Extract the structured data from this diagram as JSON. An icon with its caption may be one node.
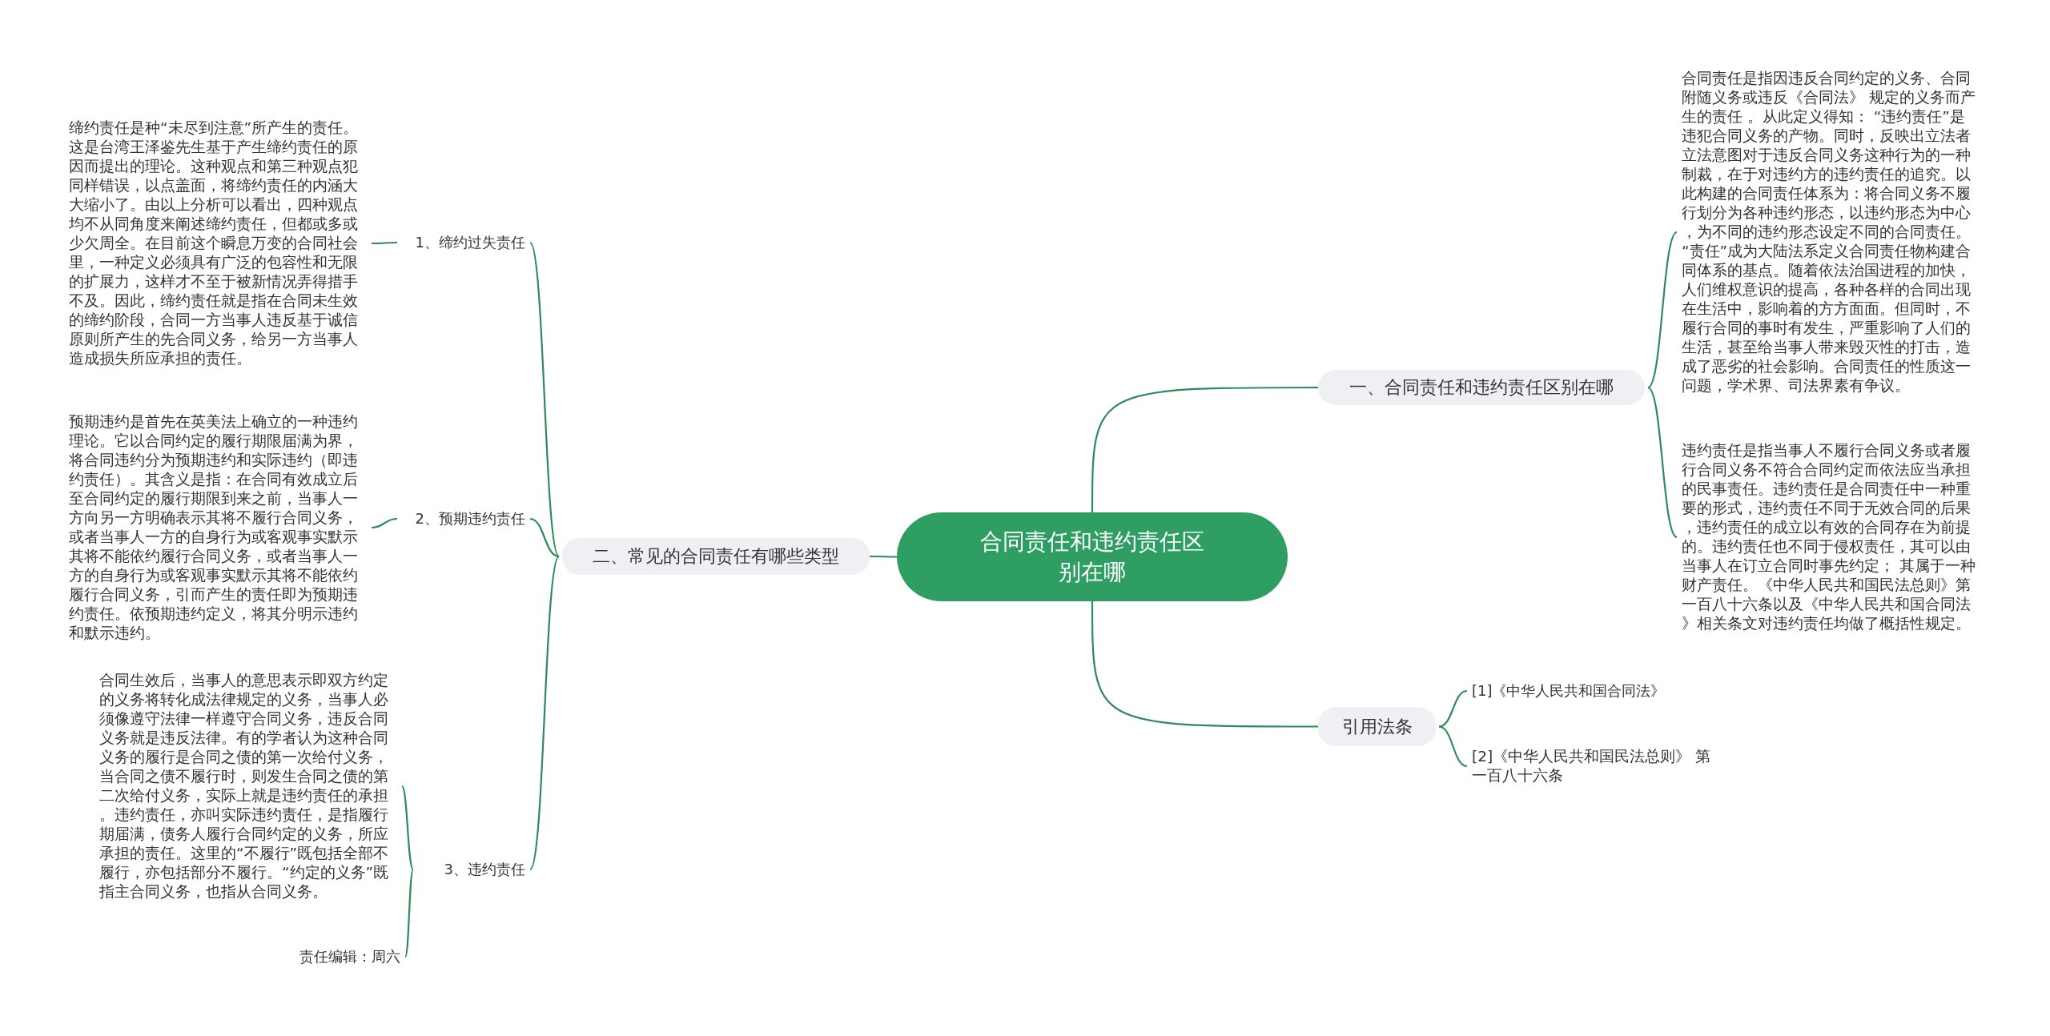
{
  "diagram": {
    "nodes": [
      {
        "text": [
          "合同责任和违约责任区别在哪"
        ]
      },
      {
        "text": [
          "一、合同责任和违约责任区别在哪"
        ]
      },
      {
        "text": [
          "合同责任是指因违反合同约定的义务、合同附随义务或违反《合同法》 规定的义务而产生的责任 。从此定义得知： “违约责任”是违犯合同义务的产物。同时，反映出立法者立法意图对于违反合同义务这种行为的一种制裁，在于对违约方的违约责任的追究。以此构建的合同责任体系为：将合同义务不履行划分为各种违约形态，以违约形态为中心，为不同的违约形态设定不同的合同责任。 “责任”成为大陆法系定义合同责任物构建合同体系的基点。随着依法治国进程的加快，人们维权意识的提高，各种各样的合同出现在生活中，影响着的方方面面。但同时，不履行合同的事时有发生，严重影响了人们的生活，甚至给当事人带来毁灭性的打击，造成了恶劣的社会影响。合同责任的性质这一问题，学术界、司法界素有争议。"
        ]
      },
      {
        "text": [
          "违约责任是指当事人不履行合同义务或者履行合同义务不符合合同约定而依法应当承担的民事责任。违约责任是合同责任中一种重要的形式，违约责任不同于无效合同的后果，违约责任的成立以有效的合同存在为前提的。违约责任也不同于侵权责任，其可以由当事人在订立合同时事先约定； 其属于一种财产责任。《中华人民共和国民法总则》第一百八十六条以及《中华人民共和国合同法》相关条文对违约责任均做了概括性规定。"
        ]
      },
      {
        "text": [
          "引用法条"
        ]
      },
      {
        "text": [
          "[1]《中华人民共和国合同法》"
        ]
      },
      {
        "text": [
          "[2]《中华人民共和国民法总则》 第一百八十六条"
        ]
      },
      {
        "text": [
          "二、常见的合同责任有哪些类型"
        ]
      },
      {
        "text": [
          "1、缔约过失责任"
        ]
      },
      {
        "text": [
          "缔约责任是种“未尽到注意”所产生的责任。这是台湾王泽鉴先生基于产生缔约责任的原因而提出的理论。这种观点和第三种观点犯同样错误，以点盖面，将缔约责任的内涵大大缩小了。由以上分析可以看出，四种观点均不从同角度来阐述缔约责任，但都或多或少欠周全。在目前这个瞬息万变的合同社会里，一种定义必须具有广泛的包容性和无限的扩展力，这样才不至于被新情况弄得措手不及。因此，缔约责任就是指在合同未生效的缔约阶段，合同一方当事人违反基于诚信原则所产生的先合同义务，给另一方当事人造成损失所应承担的责任。"
        ]
      },
      {
        "text": [
          "2、预期违约责任"
        ]
      },
      {
        "text": [
          "预期违约是首先在英美法上确立的一种违约理论。它以合同约定的履行期限届满为界，将合同违约分为预期违约和实际违约（即违约责任）。其含义是指：在合同有效成立后至合同约定的履行期限到来之前，当事人一方向另一方明确表示其将不履行合同义务，或者当事人一方的自身行为或客观事实默示其将不能依约履行合同义务，或者当事人一方的自身行为或客观事实默示其将不能依约履行合同义务，引而产生的责任即为预期违约责任。依预期违约定义，将其分明示违约和默示违约。"
        ]
      },
      {
        "text": [
          "3、违约责任"
        ]
      },
      {
        "text": [
          "合同生效后，当事人的意思表示即双方约定的义务将转化成法律规定的义务，当事人必须像遵守法律一样遵守合同义务，违反合同义务就是违反法律。有的学者认为这种合同义务的履行是合同之债的第一次给付义务，当合同之债不履行时，则发生合同之债的第二次给付义务，实际上就是违约责任的承担。违约责任，亦叫实际违约责任，是指履行期届满，债务人履行合同约定的义务，所应承担的责任。这里的“不履行”既包括全部不履行，亦包括部分不履行。“约定的义务”既指主合同义务，也指从合同义务。"
        ]
      },
      {
        "text": [
          "责任编辑：周六"
        ]
      }
    ],
    "edges": [
      {
        "from": 0,
        "to": 1,
        "arrow": "none"
      },
      {
        "from": 1,
        "to": 2,
        "arrow": "none"
      },
      {
        "from": 1,
        "to": 3,
        "arrow": "none"
      },
      {
        "from": 0,
        "to": 4,
        "arrow": "none"
      },
      {
        "from": 4,
        "to": 5,
        "arrow": "none"
      },
      {
        "from": 4,
        "to": 6,
        "arrow": "none"
      },
      {
        "from": 0,
        "to": 7,
        "arrow": "none"
      },
      {
        "from": 7,
        "to": 8,
        "arrow": "none"
      },
      {
        "from": 8,
        "to": 9,
        "arrow": "none"
      },
      {
        "from": 7,
        "to": 10,
        "arrow": "none"
      },
      {
        "from": 10,
        "to": 11,
        "arrow": "none"
      },
      {
        "from": 7,
        "to": 12,
        "arrow": "none"
      },
      {
        "from": 12,
        "to": 13,
        "arrow": "none"
      },
      {
        "from": 12,
        "to": 14,
        "arrow": "none"
      }
    ]
  }
}
